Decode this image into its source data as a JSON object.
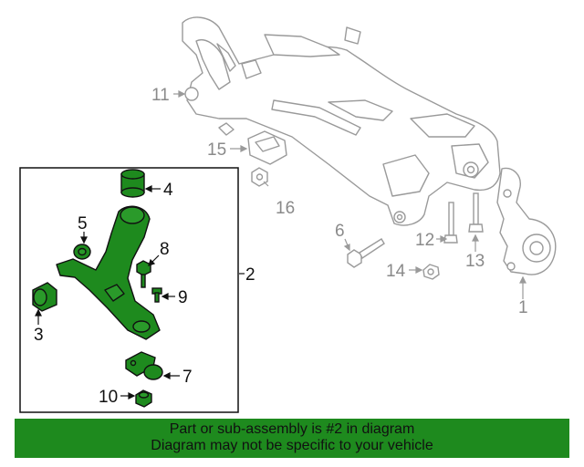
{
  "callouts": {
    "c1": "1",
    "c2": "2",
    "c3": "3",
    "c4": "4",
    "c5": "5",
    "c6": "6",
    "c7": "7",
    "c8": "8",
    "c9": "9",
    "c10": "10",
    "c11": "11",
    "c12": "12",
    "c13": "13",
    "c14": "14",
    "c15": "15",
    "c16": "16"
  },
  "banner": {
    "line1": "Part or sub-assembly is #2 in diagram",
    "line2": "Diagram may not be specific to your vehicle"
  },
  "colors": {
    "highlight_part": "#1e8a1e",
    "banner_background": "#1e8a1e",
    "context_part_outline": "#9a9a9a",
    "callout_box_border": "#111111"
  }
}
